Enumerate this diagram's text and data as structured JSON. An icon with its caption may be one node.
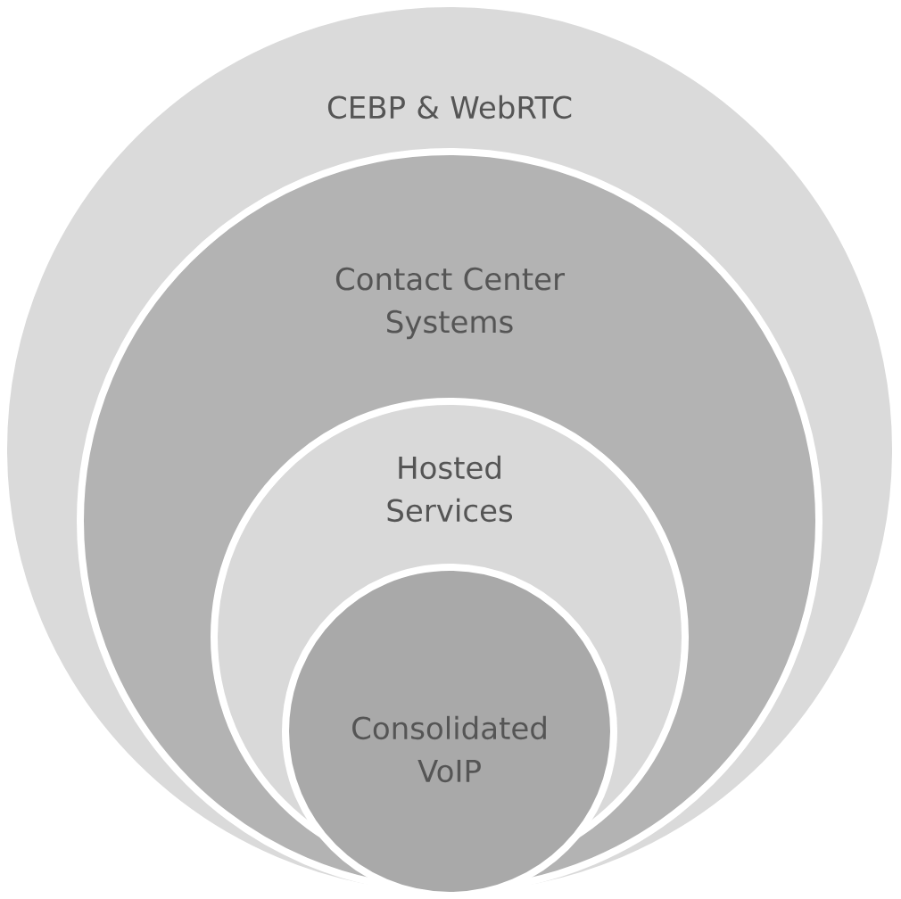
{
  "diagram": {
    "nodes": [
      {
        "text": [
          "CEBP & WebRTC"
        ]
      },
      {
        "text": [
          "Contact Center Systems"
        ],
        "in": 0
      },
      {
        "text": [
          "Hosted Services"
        ],
        "in": 1
      },
      {
        "text": [
          "Consolidated VoIP"
        ],
        "in": 2
      }
    ]
  }
}
